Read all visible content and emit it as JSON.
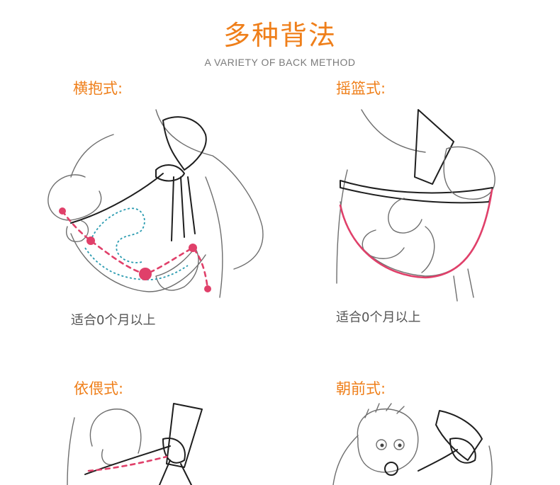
{
  "header": {
    "title": "多种背法",
    "subtitle": "A VARIETY OF BACK METHOD"
  },
  "methods": [
    {
      "label": "横抱式:",
      "note": "适合0个月以上"
    },
    {
      "label": "摇篮式:",
      "note": "适合0个月以上"
    },
    {
      "label": "依偎式:"
    },
    {
      "label": "朝前式:"
    }
  ],
  "colors": {
    "accent": "#ef7f1a",
    "highlight": "#e0406a",
    "guide": "#2a9bb0"
  }
}
